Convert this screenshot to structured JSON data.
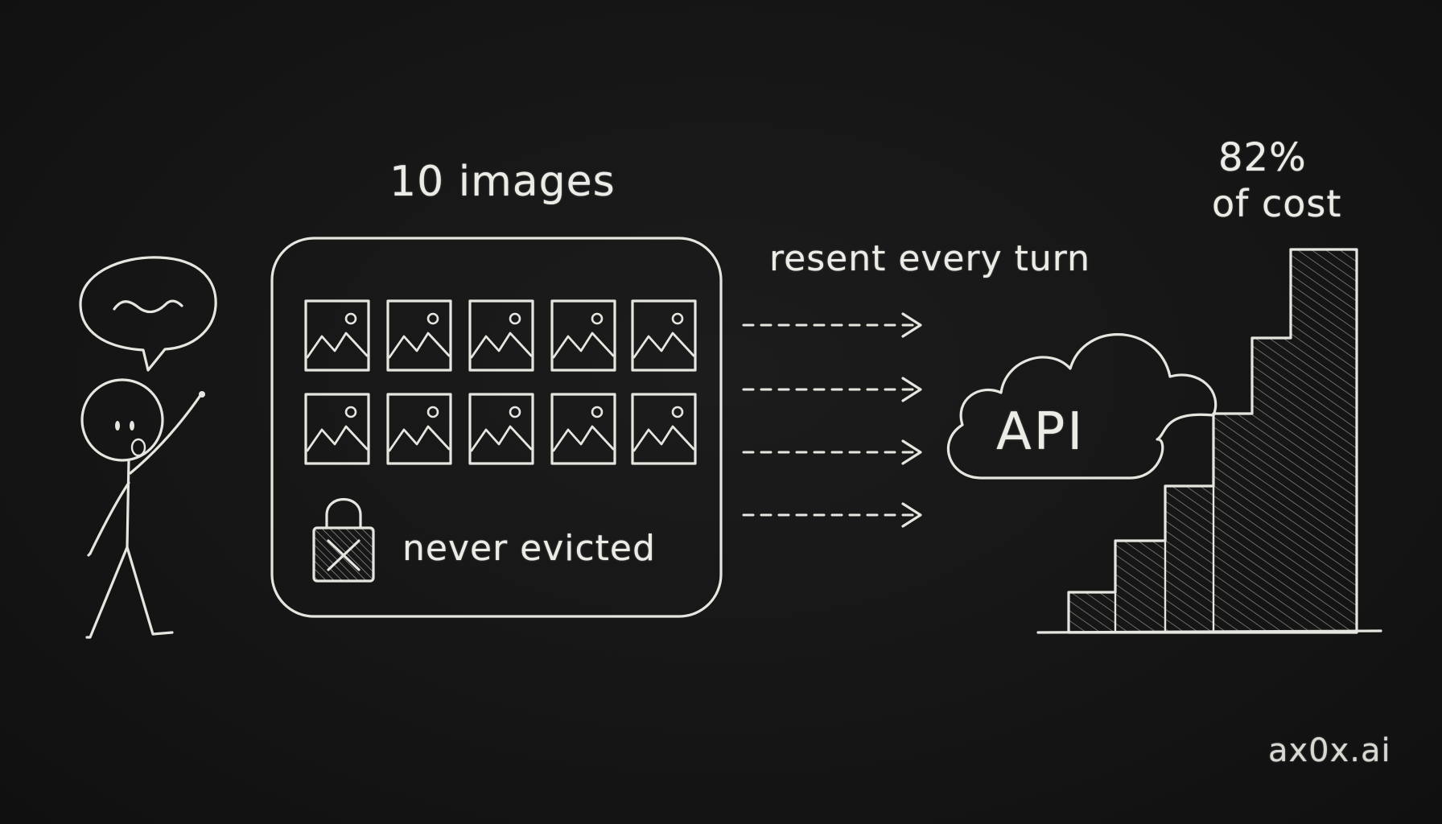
{
  "scene": {
    "images_label": "10 images",
    "arrow_label": "resent every turn",
    "lock_label": "never evicted",
    "cloud_label": "API",
    "cost_percent": "82%",
    "cost_label": "of cost",
    "brand": "ax0x.ai",
    "speech_text": "~",
    "image_count": 10,
    "arrow_count": 4
  },
  "icons": {
    "person": "stick-figure-icon",
    "speech": "speech-bubble-icon",
    "image": "image-placeholder-icon",
    "lock": "lock-icon",
    "cloud": "cloud-icon",
    "chart": "rising-bar-chart-icon"
  },
  "colors": {
    "background": "#141414",
    "chalk": "#e6e6e0"
  }
}
